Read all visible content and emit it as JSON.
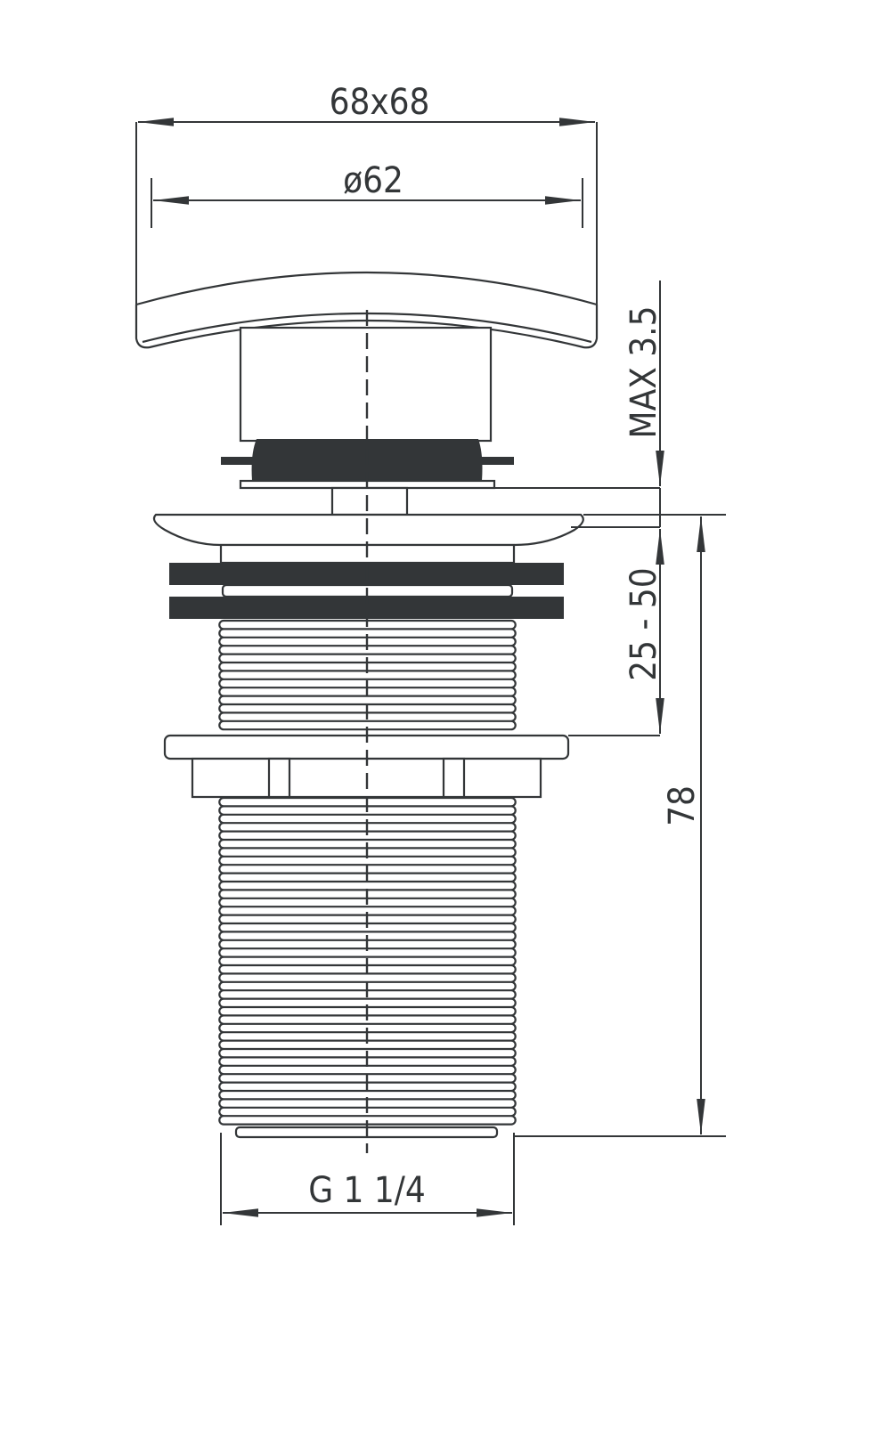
{
  "drawing": {
    "dimensions": {
      "cap_size": "68x68",
      "cap_diameter": "ø62",
      "max_gap": "MAX 3.5",
      "basin_thickness": "25 - 50",
      "overall_height": "78",
      "thread": "G 1 1/4"
    },
    "line_color": "#333638"
  }
}
